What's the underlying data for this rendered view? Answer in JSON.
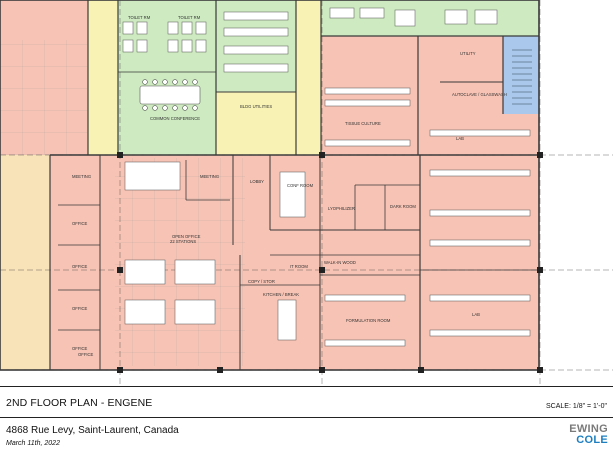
{
  "plan": {
    "title": "2ND FLOOR PLAN - ENGENE",
    "scale": "SCALE: 1/8\" = 1'-0\"",
    "address": "4868 Rue Levy, Saint-Laurent, Canada",
    "date": "March 11th, 2022",
    "logo_line1": "EWING",
    "logo_line2": "COLE"
  },
  "rooms": {
    "toilet_left": "TOILET RM",
    "toilet_right": "TOILET RM",
    "common_conference": "COMMON CONFERENCE",
    "bldg_utilities": "BLDG UTILITIES",
    "tissue_culture": "TISSUE CULTURE",
    "utility": "UTILITY",
    "autoclave": "AUTOCLAVE / GLASSWASH",
    "lab_upper": "LAB",
    "meeting_left": "MEETING",
    "meeting_mid": "MEETING",
    "lobby": "LOBBY",
    "conf_room": "CONF ROOM",
    "lyophilizer": "LYOPHILIZER",
    "dark_room": "DARK ROOM",
    "office_1": "OFFICE",
    "office_2": "OFFICE",
    "office_3": "OFFICE",
    "office_4": "OFFICE",
    "office_5": "OFFICE",
    "open_office": "OPEN OFFICE",
    "open_office_stations": "22 STATIONS",
    "it_room": "IT ROOM",
    "walkin_wood": "WALK-IN WOOD",
    "copy": "COPY / STOR",
    "kitchen": "KITCHEN / BREAK",
    "formulation": "FORMULATION ROOM",
    "lab_lower": "LAB"
  },
  "colors": {
    "office_zone": "#f7c3b4",
    "office_yellow": "#f8f3b5",
    "shared_green": "#cdeac0",
    "circulation_blue": "#a9c8ec",
    "wall": "#3a3a3a",
    "logo_grey": "#7a7a7a",
    "logo_blue": "#1e7fc0"
  }
}
